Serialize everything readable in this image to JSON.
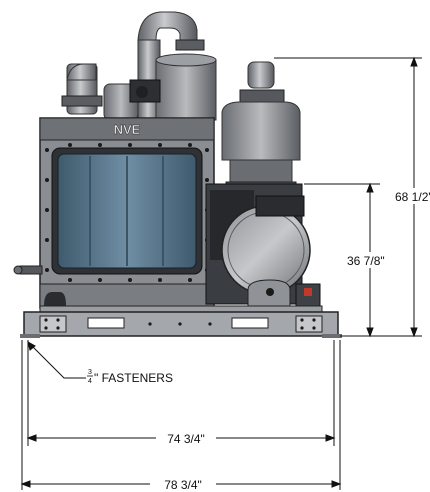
{
  "brand": {
    "logo_text": "NVE"
  },
  "dimensions": {
    "overall_height": "68 1/2\"",
    "motor_height": "36 7/8\"",
    "inner_width": "74 3/4\"",
    "overall_width": "78 3/4\""
  },
  "fastener_note": {
    "numerator": "3",
    "denominator": "4",
    "suffix": "\" FASTENERS"
  },
  "colors": {
    "machine_dark": "#4a4d52",
    "machine_mid": "#8a8d92",
    "machine_light": "#c5c7ca",
    "window_blue": "#5f7f96",
    "accent_red": "#c0392b",
    "line": "#111111"
  }
}
